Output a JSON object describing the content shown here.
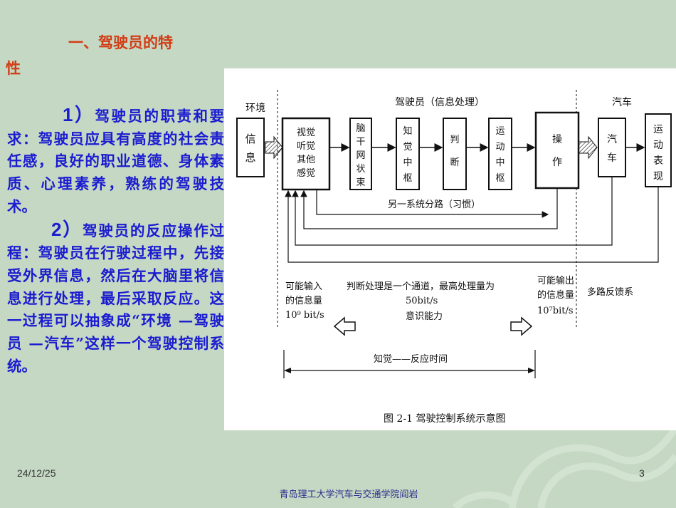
{
  "slide": {
    "heading_line1": "一、驾驶员的特",
    "heading_line2": "性",
    "para1_num": "1）",
    "para1_text": "驾驶员的职责和要求：驾驶员应具有高度的社会责任感，良好的职业道德、身体素质、心理素养，熟练的驾驶技术。",
    "para2_num": "2）",
    "para2_text": "驾驶员的反应操作过程：驾驶员在行驶过程中，先接受外界信息，然后在大脑里将信息进行处理，最后采取反应。这一过程可以抽象成“环境 —驾驶员 —汽车”这样一个驾驶控制系统。",
    "footer_date": "24/12/25",
    "footer_page": "3",
    "footer_school": "青岛理工大学汽车与交通学院阎岩"
  },
  "diagram": {
    "label_env": "环境",
    "label_driver": "驾驶员（信息处理）",
    "label_car": "汽车",
    "box_info": "信息",
    "box_senses": [
      "视觉",
      "听觉",
      "其他",
      "感觉"
    ],
    "box_brainstem": "脑干网状束",
    "box_perception": "知觉中枢",
    "box_judge": "判断",
    "box_motor": "运动中枢",
    "box_operate": "操作",
    "box_vehicle": "汽车",
    "box_motion": "运动表现",
    "branch_label": "另一系统分路（习惯）",
    "input_label": [
      "可能输入",
      "的信息量",
      "10⁹ bit/s"
    ],
    "processing_label": [
      "判断处理是一个通道，最高处理量为",
      "50bit/s",
      "意识能力"
    ],
    "output_label": [
      "可能输出",
      "的信息量",
      "10⁷bit/s"
    ],
    "feedback_label": "多路反馈系",
    "reaction_label": "知觉——反应时间",
    "caption": "图 2-1    驾驶控制系统示意图"
  },
  "colors": {
    "background": "#c4d8c4",
    "heading": "#d23c14",
    "body_text": "#1b1bd0"
  }
}
